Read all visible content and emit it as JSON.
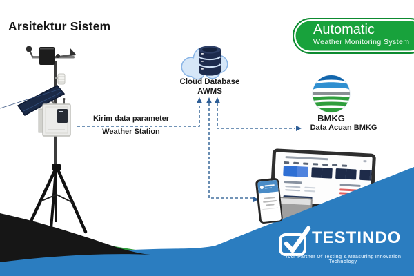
{
  "page": {
    "title": "Arsitektur Sistem"
  },
  "badge": {
    "title": "Automatic",
    "subtitle": "Weather Monitoring System"
  },
  "cloud_database": {
    "label": "Cloud Database",
    "sublabel": "AWMS"
  },
  "weather_station": {
    "flow_label_line1": "Kirim data parameter",
    "flow_label_line2": "Weather Station"
  },
  "bmkg": {
    "name": "BMKG",
    "caption": "Data Acuan BMKG"
  },
  "brand": {
    "name": "TESTINDO",
    "tagline": "Your Partner Of Testing & Measuring Innovation Technology"
  },
  "icons": {
    "weather_station": "weather-station-illustration",
    "cloud_database": "cloud-database-icon",
    "bmkg_logo": "bmkg-logo",
    "laptop": "laptop-dashboard-mockup",
    "tablet": "tablet-mockup",
    "phone": "phone-mockup",
    "check_logo": "testindo-check-logo",
    "arrows": "dashed-data-flow-arrows"
  },
  "colors": {
    "badge_green": "#18a23c",
    "badge_border": "#0d8a30",
    "band_blue": "#2b7dc0",
    "swoosh_black": "#161616",
    "accent_green": "#2f9e3c",
    "db_navy": "#1d2b4d",
    "card_blue": "#2e6fd4",
    "card_navy": "#1e2b49",
    "arrow_blue": "#44719f",
    "alert_red": "#e06060",
    "cloud_fill": "#d6e7f8",
    "cloud_stroke": "#8ab5e6"
  }
}
